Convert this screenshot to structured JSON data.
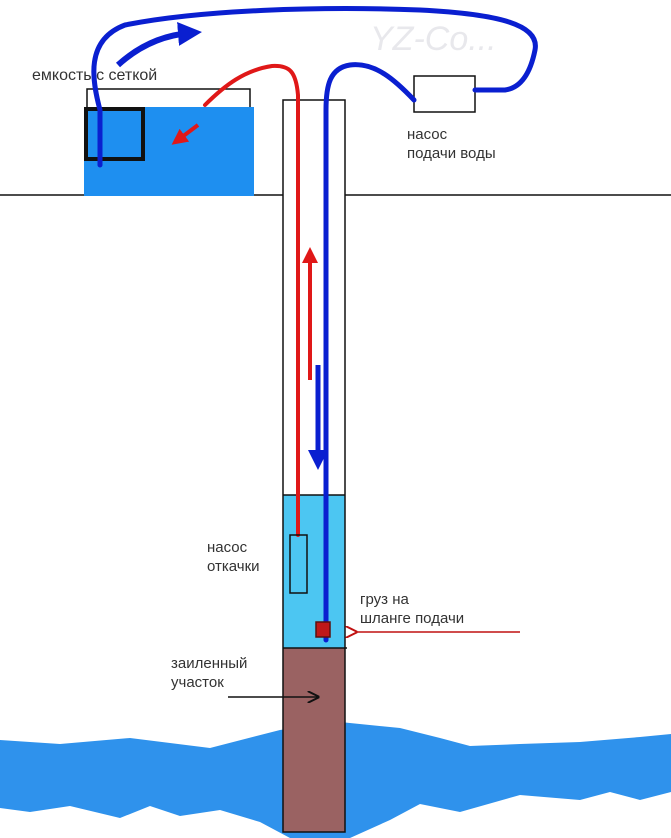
{
  "labels": {
    "tank": "емкость с сеткой",
    "supply_pump": [
      "насос",
      "подачи воды"
    ],
    "drain_pump": [
      "насос",
      "откачки"
    ],
    "weight": [
      "груз на",
      "шланге подачи"
    ],
    "silt": [
      "заиленный",
      "участок"
    ]
  },
  "watermark": "YZ-Co...",
  "colors": {
    "water": "#1e8ff0",
    "well_water": "#4cc6f2",
    "supply_pipe": "#0a1fd0",
    "drain_pipe": "#e01818",
    "silt": "#9a6262",
    "aquifer": "#2f92ec"
  }
}
